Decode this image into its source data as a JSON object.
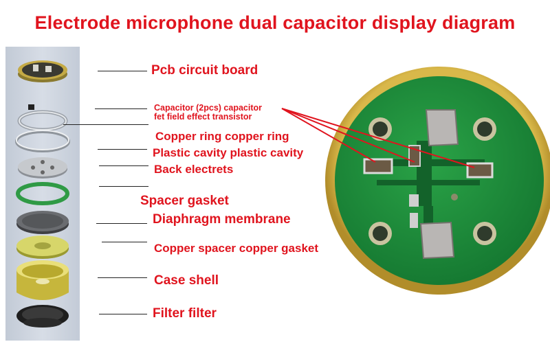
{
  "title": "Electrode microphone dual capacitor display diagram",
  "labels": {
    "pcb": "Pcb circuit board",
    "capacitor": "Capacitor (2pcs) capacitor",
    "fet": "fet field effect transistor",
    "copper_ring": "Copper ring copper ring",
    "plastic_cavity": "Plastic cavity plastic cavity",
    "back_electret": "Back electrets",
    "spacer_gasket": "Spacer gasket",
    "diaphragm": "Diaphragm membrane",
    "copper_spacer": "Copper spacer copper gasket",
    "case_shell": "Case shell",
    "filter": "Filter filter"
  },
  "colors": {
    "label": "#e0141e",
    "pcb_green": "#1f8a3a",
    "gold": "#c9a43a",
    "background_panel": "#cfd6e0"
  }
}
